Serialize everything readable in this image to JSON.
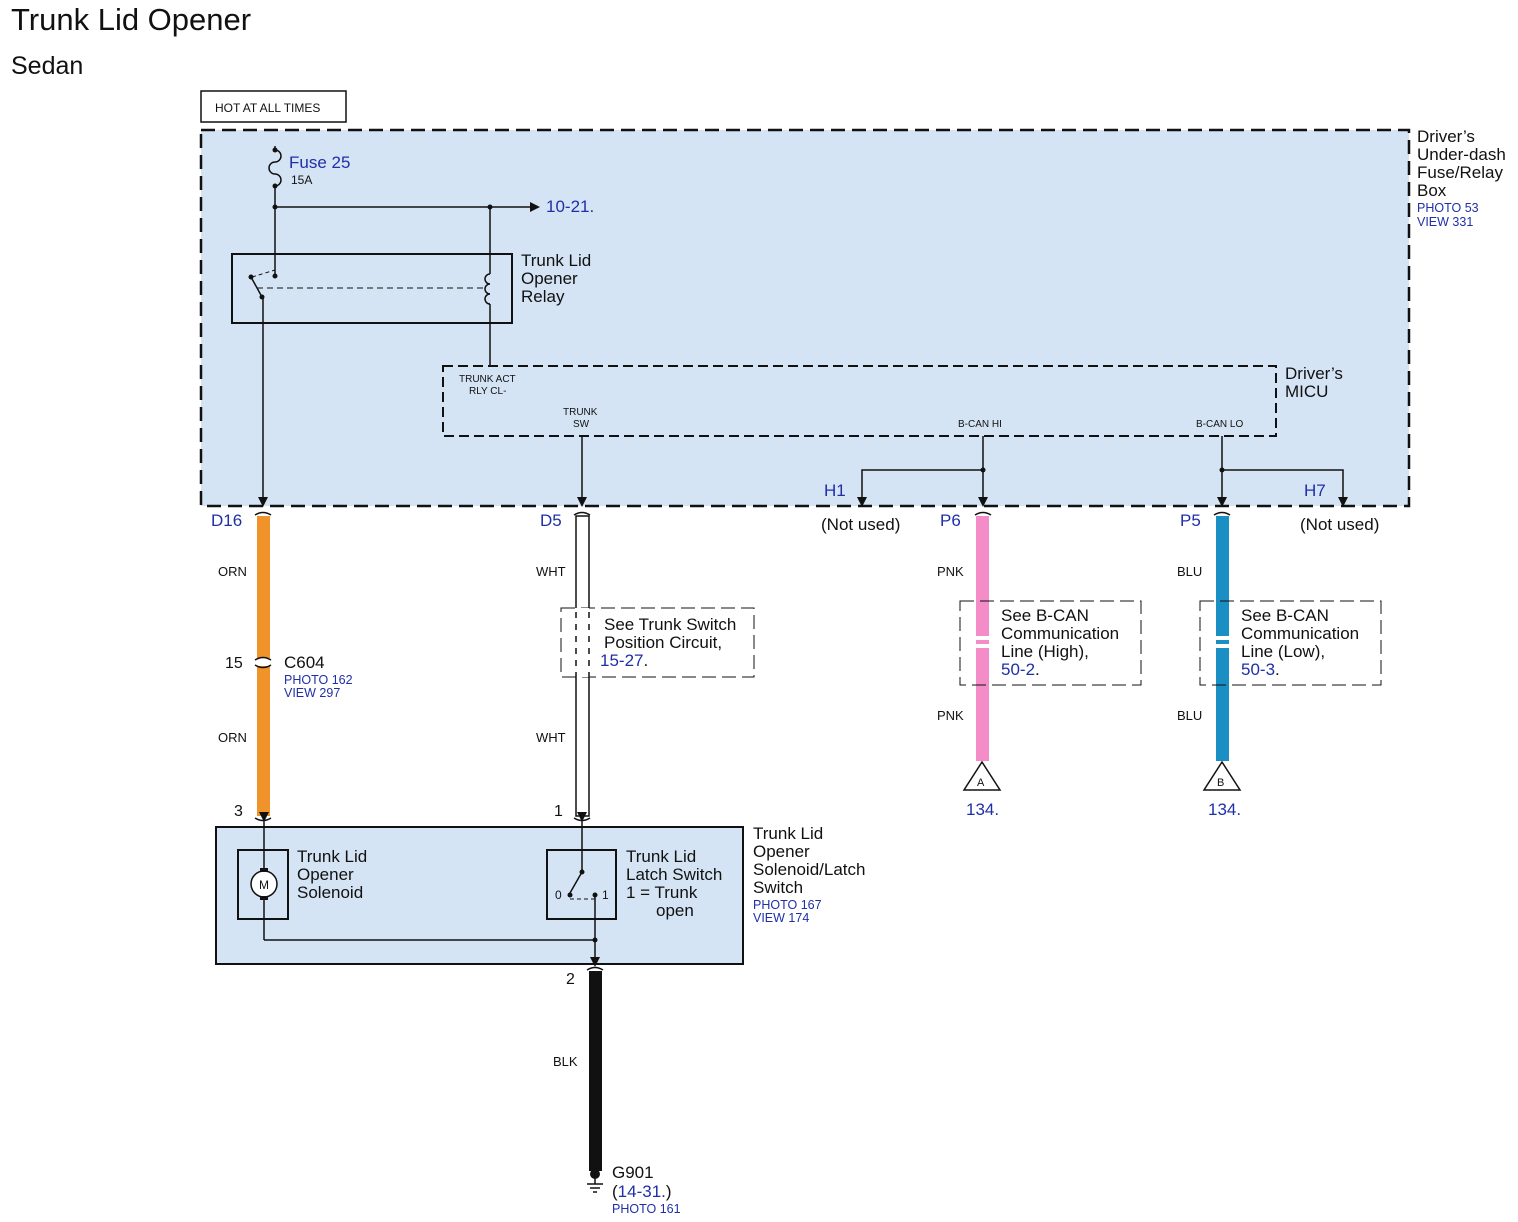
{
  "title": "Trunk Lid Opener",
  "subtitle": "Sedan",
  "hot_label": "HOT AT ALL TIMES",
  "fuse": {
    "name": "Fuse 25",
    "rating": "15A"
  },
  "ref_10_21": "10-21.",
  "fuse_box": {
    "line1": "Driver’s",
    "line2": "Under-dash",
    "line3": "Fuse/Relay",
    "line4": "Box",
    "photo": "PHOTO 53",
    "view": "VIEW 331"
  },
  "relay": {
    "line1": "Trunk Lid",
    "line2": "Opener",
    "line3": "Relay"
  },
  "micu": {
    "line1": "Driver’s",
    "line2": "MICU",
    "pin_trunk_act_1": "TRUNK ACT",
    "pin_trunk_act_2": "RLY CL-",
    "pin_trunk_sw_1": "TRUNK",
    "pin_trunk_sw_2": "SW",
    "pin_bcan_hi": "B-CAN HI",
    "pin_bcan_lo": "B-CAN LO"
  },
  "pins": {
    "d16": "D16",
    "d5": "D5",
    "h1": "H1",
    "p6": "P6",
    "p5": "P5",
    "h7": "H7"
  },
  "not_used": "(Not used)",
  "wires": {
    "orn": "ORN",
    "wht": "WHT",
    "pnk": "PNK",
    "blu": "BLU",
    "blk": "BLK"
  },
  "wire_colors": {
    "orn": "#f0932a",
    "pnk": "#f48cc8",
    "blu": "#1a8fc4",
    "blk": "#111111",
    "panel": "#d5e4f4"
  },
  "connector_c604": {
    "pin": "15",
    "name": "C604",
    "photo": "PHOTO 162",
    "view": "VIEW 297"
  },
  "note_trunk_switch": {
    "line1": "See Trunk Switch",
    "line2": "Position Circuit,",
    "ref": "15-27",
    "dot": "."
  },
  "note_bcan_high": {
    "line1": "See B-CAN",
    "line2": "Communication",
    "line3": "Line (High),",
    "ref": "50-2",
    "dot": "."
  },
  "note_bcan_low": {
    "line1": "See B-CAN",
    "line2": "Communication",
    "line3": "Line (Low),",
    "ref": "50-3",
    "dot": "."
  },
  "terminal_a": {
    "letter": "A",
    "ref": "134."
  },
  "terminal_b": {
    "letter": "B",
    "ref": "134."
  },
  "solenoid_assy": {
    "pin3": "3",
    "pin1": "1",
    "pin2": "2",
    "line1": "Trunk Lid",
    "line2": "Opener",
    "line3": "Solenoid/Latch",
    "line4": "Switch",
    "photo": "PHOTO 167",
    "view": "VIEW 174"
  },
  "solenoid": {
    "line1": "Trunk Lid",
    "line2": "Opener",
    "line3": "Solenoid",
    "motor": "M"
  },
  "latch_switch": {
    "line1": "Trunk Lid",
    "line2": "Latch Switch",
    "line3": "1 = Trunk",
    "line4": "open",
    "pos0": "0",
    "pos1": "1"
  },
  "ground": {
    "name": "G901",
    "ref_open": "(",
    "ref": "14-31.",
    "ref_close": ")",
    "photo": "PHOTO 161"
  }
}
